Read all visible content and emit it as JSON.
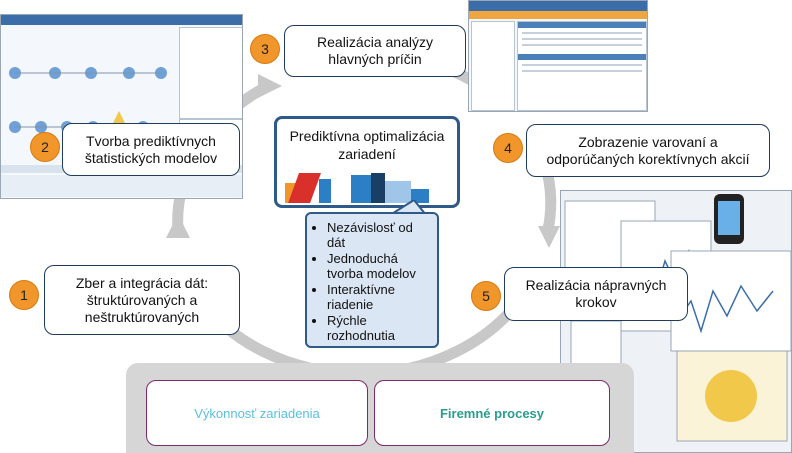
{
  "steps": [
    {
      "number": "1",
      "label": "Zber a integrácia dát: štruktúrovaných a neštruktúrovaných"
    },
    {
      "number": "2",
      "label": "Tvorba prediktívnych štatistických modelov"
    },
    {
      "number": "3",
      "label": "Realizácia analýzy hlavných príčin"
    },
    {
      "number": "4",
      "label": "Zobrazenie varovaní a odporúčaných korektívnych akcií"
    },
    {
      "number": "5",
      "label": "Realizácia nápravných krokov"
    }
  ],
  "center": {
    "title": "Prediktívna optimalizácia zariadení",
    "bullets": [
      "Nezávislosť od dát",
      "Jednoduchá tvorba modelov",
      "Interaktívne riadenie",
      "Rýchle rozhodnutia"
    ]
  },
  "footer": {
    "left": "Výkonnosť zariadenia",
    "right": "Firemné procesy"
  },
  "colors": {
    "accent": "#f0962a",
    "frame": "#2e5a8a",
    "cycle": "#c8c8c8",
    "footer_left_text": "#5bbfe0",
    "footer_right_text": "#2a9d8f",
    "footer_border": "#7d2a6c"
  },
  "icons": [
    "cycle-arrow",
    "modeler-screenshot",
    "dashboard-screenshot",
    "reports-screenshot",
    "smartphone"
  ]
}
